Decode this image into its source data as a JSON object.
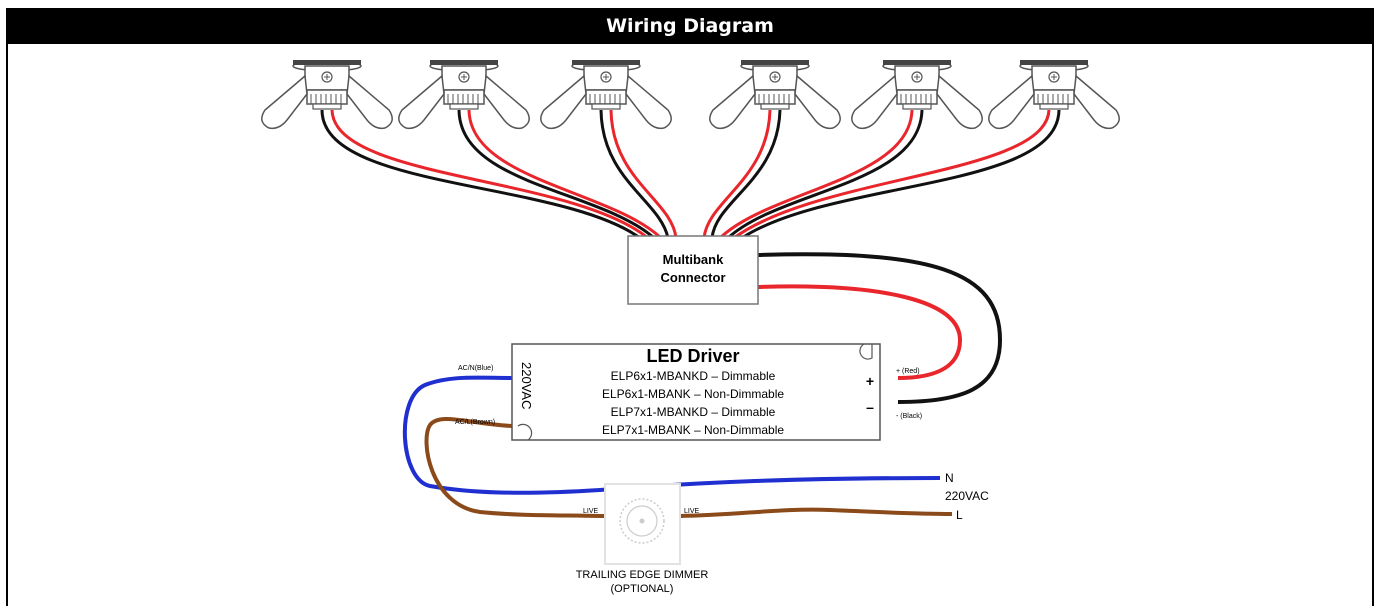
{
  "title": "Wiring Diagram",
  "connector": {
    "line1": "Multibank",
    "line2": "Connector"
  },
  "driver": {
    "title": "LED Driver",
    "models": [
      "ELP6x1-MBANKD – Dimmable",
      "ELP6x1-MBANK – Non-Dimmable",
      "ELP7x1-MBANKD – Dimmable",
      "ELP7x1-MBANK – Non-Dimmable"
    ],
    "input_label": "220VAC",
    "ac_n_label": "AC/N(Blue)",
    "ac_l_label": "AC/L(Brown)",
    "plus_label": "+ (Red)",
    "minus_label": "- (Black)",
    "plus_sign": "+",
    "minus_sign": "–"
  },
  "mains": {
    "n_label": "N",
    "voltage_label": "220VAC",
    "l_label": "L"
  },
  "dimmer": {
    "live_in": "LIVE",
    "live_out": "LIVE",
    "line1": "TRAILING EDGE DIMMER",
    "line2": "(OPTIONAL)"
  },
  "colors": {
    "red_wire": "#e8262b",
    "black_wire": "#111111",
    "blue_wire": "#1f2fd0",
    "brown_wire": "#8a4a1a",
    "fixture_stroke": "#555555"
  },
  "fixtures": [
    {
      "id": "downlight-1"
    },
    {
      "id": "downlight-2"
    },
    {
      "id": "downlight-3"
    },
    {
      "id": "downlight-4"
    },
    {
      "id": "downlight-5"
    },
    {
      "id": "downlight-6"
    }
  ]
}
